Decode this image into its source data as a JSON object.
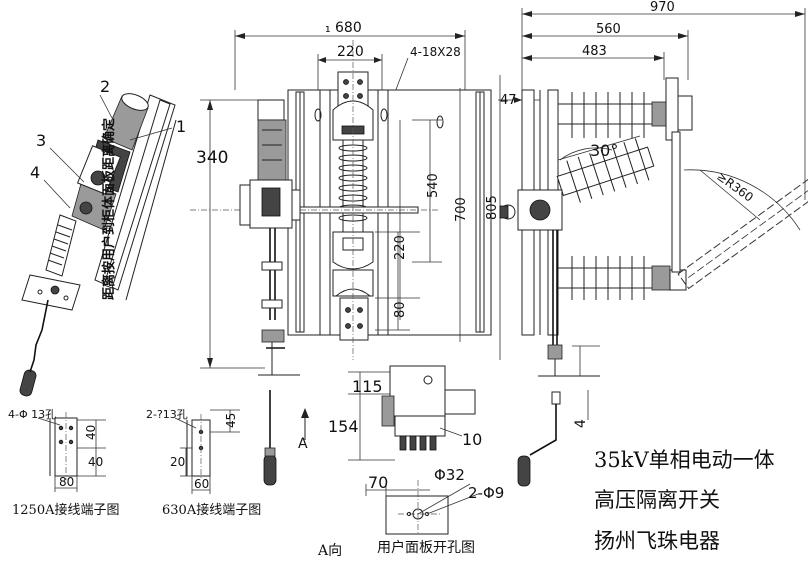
{
  "dimensions": {
    "overall_width": "970",
    "width_560": "560",
    "width_483": "483",
    "width_47": "47",
    "angle_30": "30°",
    "radius": "≥R360",
    "front_width": "680",
    "front_width_prefix": "₁",
    "spacing_220_top": "220",
    "holes": "4-18X28",
    "height_540": "540",
    "height_700": "700",
    "height_805": "805",
    "height_220_mid": "220",
    "height_80": "80",
    "left_340": "340",
    "a_115": "115",
    "a_154": "154",
    "a_4": "4",
    "a_10": "10",
    "panel_70": "70",
    "panel_d32": "Φ32",
    "panel_2d9": "2-Φ9"
  },
  "callouts": [
    "1",
    "2",
    "3",
    "4"
  ],
  "notes": {
    "distance_note": "距离按用户到柜体面板距离确定"
  },
  "terminal_1250": {
    "holes": "4-Φ 13孔",
    "d40a": "40",
    "d40b": "40",
    "d80": "80",
    "caption": "1250A接线端子图"
  },
  "terminal_630": {
    "holes": "2-?13孔",
    "d45": "45",
    "d20": "20",
    "d60": "60",
    "caption": "630A接线端子图"
  },
  "view_labels": {
    "arrow_a": "A",
    "a_view": "A向",
    "panel_caption": "用户面板开孔图"
  },
  "title_lines": [
    "35kV单相电动一体",
    "高压隔离开关",
    "扬州飞珠电器"
  ]
}
